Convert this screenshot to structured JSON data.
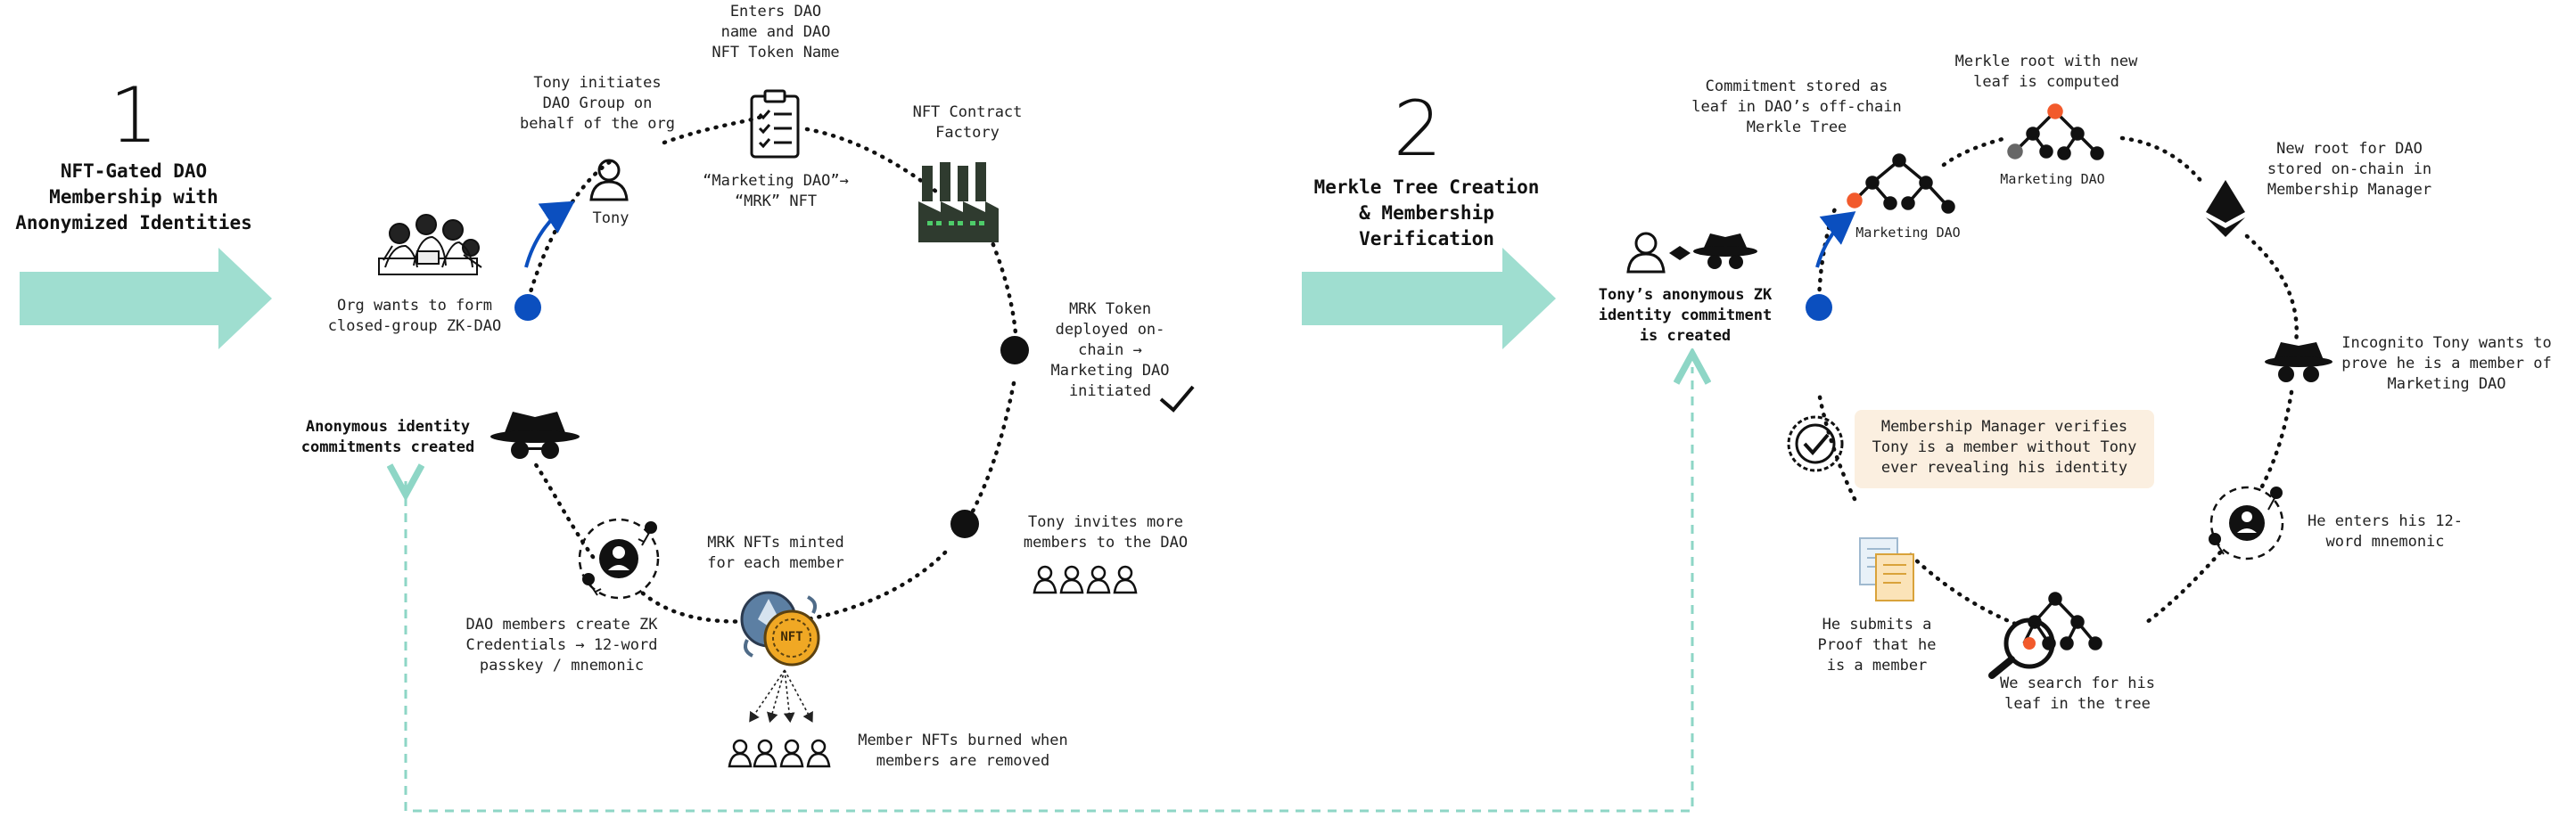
{
  "colors": {
    "arrow_teal": "#9fded0",
    "dashed_teal": "#8ed6c6",
    "node_blue": "#0b4fbf",
    "node_black": "#111111",
    "leaf_orange": "#f25a2c",
    "factory_green": "#2f3b2f",
    "highlight_bg": "#fbefe0"
  },
  "section1": {
    "number": "1",
    "title": "NFT-Gated DAO\nMembership with\nAnonymized Identities",
    "steps": {
      "org": "Org wants to form\nclosed-group ZK-DAO",
      "tony_initiates": "Tony initiates\nDAO Group on\nbehalf of the org",
      "tony": "Tony",
      "enters_dao": "Enters DAO\nname and DAO\nNFT Token Name",
      "marketing_nft": "“Marketing DAO”→\n“MRK” NFT",
      "factory": "NFT Contract\nFactory",
      "mrk_deployed": "MRK Token\ndeployed on-\nchain →\nMarketing DAO\ninitiated",
      "invites": "Tony invites more\nmembers to the DAO",
      "minted": "MRK NFTs minted\nfor each member",
      "burned": "Member NFTs burned when\nmembers are removed",
      "credentials": "DAO members create ZK\nCredentials → 12-word\npasskey / mnemonic",
      "anon_commit": "Anonymous identity\ncommitments created",
      "nft_badge": "NFT"
    }
  },
  "section2": {
    "number": "2",
    "title": "Merkle Tree Creation\n& Membership\nVerification",
    "steps": {
      "tony_commitment": "Tony’s anonymous ZK\nidentity commitment\nis created",
      "commitment_stored": "Commitment stored as\nleaf in DAO’s off-chain\nMerkle Tree",
      "tree_label_1": "Marketing DAO",
      "merkle_root": "Merkle root with new\nleaf is computed",
      "tree_label_2": "Marketing DAO",
      "new_root": "New root for DAO\nstored on-chain in\nMembership Manager",
      "incognito": "Incognito Tony wants to\nprove he is a member of\nMarketing DAO",
      "mnemonic": "He enters his 12-\nword mnemonic",
      "search": "We search for his\nleaf in the tree",
      "proof": "He submits a\nProof that he\nis a member",
      "verifies": "Membership Manager verifies\nTony is a member without Tony\never revealing his identity"
    }
  }
}
